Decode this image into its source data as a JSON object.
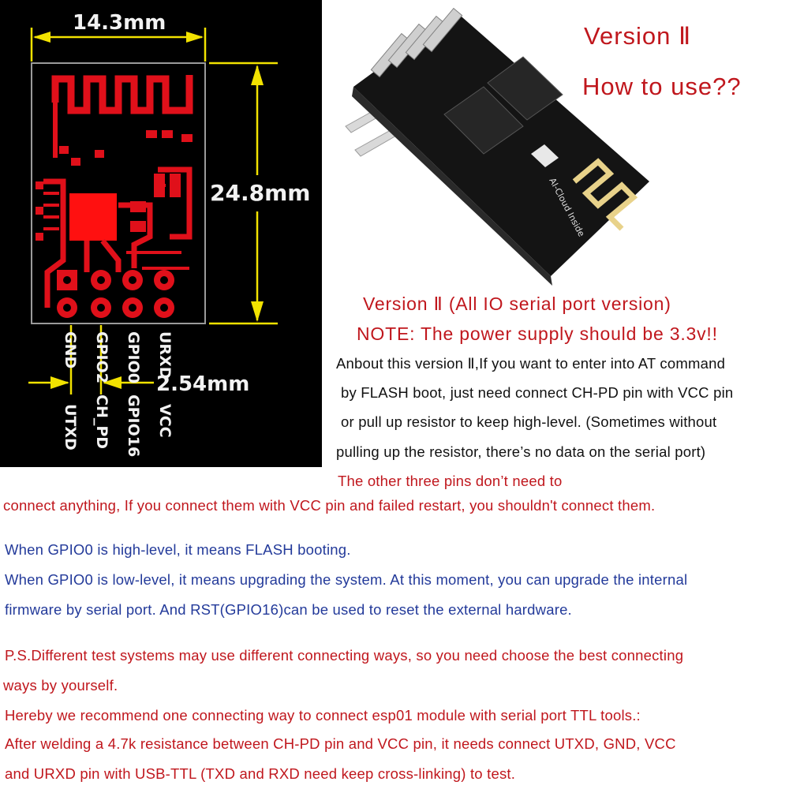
{
  "pcb": {
    "width_label": "14.3mm",
    "height_label": "24.8mm",
    "pitch_label": "2.54mm",
    "pins_top_row": [
      "GND",
      "GPIO2",
      "GPIO0",
      "URXD"
    ],
    "pins_bottom_row": [
      "UTXD",
      "CH_PD",
      "GPIO16",
      "VCC"
    ]
  },
  "photo": {
    "board_marking": "AI-Cloud Inside"
  },
  "heading": {
    "line1": "Version Ⅱ",
    "line2": "How to use??"
  },
  "notes": {
    "version_line": "Version Ⅱ (All IO serial port version)",
    "power_note": "NOTE: The power supply should be 3.3v!!",
    "para1": [
      "Anbout this version Ⅱ,If you want to enter into AT command",
      "by FLASH boot, just need connect CH-PD pin with VCC pin",
      "or pull up resistor to keep high-level. (Sometimes without",
      "pulling up the resistor, there’s no data on the serial port)"
    ],
    "other_pins": [
      "The other three pins don’t need to",
      "connect anything, If you connect them with VCC pin and failed restart, you shouldn't connect them."
    ],
    "gpio0": [
      "When GPIO0 is high-level, it means FLASH booting.",
      "When GPIO0 is low-level, it means upgrading the system. At this moment, you can upgrade the internal",
      "firmware by serial port. And RST(GPIO16)can be used to reset the external hardware."
    ],
    "ps": [
      "P.S.Different test systems may use different connecting ways, so you need choose the best connecting",
      "ways by yourself.",
      "Hereby we recommend one connecting way to connect esp01 module with  serial port TTL tools.:",
      "After welding a 4.7k resistance between CH-PD pin and VCC pin, it needs connect UTXD, GND, VCC",
      "and URXD pin with USB-TTL (TXD and RXD need keep cross-linking) to test."
    ]
  },
  "colors": {
    "red_text": "#c0171d",
    "blue_text": "#233a9a",
    "pcb_red": "#e0101a",
    "dim_yellow": "#f2e200"
  }
}
